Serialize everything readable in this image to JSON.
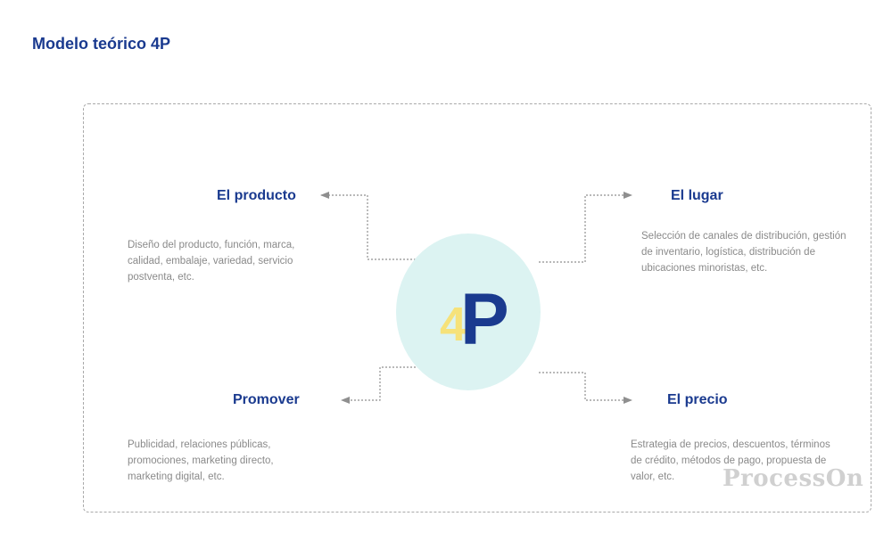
{
  "title": "Modelo teórico 4P",
  "center": {
    "logo_text": "4P",
    "colors": {
      "circle": "#dcf3f2",
      "four": "#f6e27a",
      "p": "#1a3a8f"
    }
  },
  "nodes": {
    "producto": {
      "title": "El producto",
      "description": "Diseño del producto, función, marca, calidad, embalaje, variedad, servicio postventa, etc."
    },
    "lugar": {
      "title": "El lugar",
      "description": "Selección de canales de distribución, gestión de inventario, logística, distribución de ubicaciones minoristas, etc."
    },
    "promover": {
      "title": "Promover",
      "description": "Publicidad, relaciones públicas, promociones, marketing directo, marketing digital, etc."
    },
    "precio": {
      "title": "El precio",
      "description": "Estrategia de precios, descuentos, términos de crédito, métodos de pago, propuesta de valor, etc."
    }
  },
  "watermark": "ProcessOn",
  "colors": {
    "title": "#1a3a8f",
    "description": "#8a8a8a",
    "connector": "#8f8f8f",
    "frame": "#a9a9a9"
  }
}
